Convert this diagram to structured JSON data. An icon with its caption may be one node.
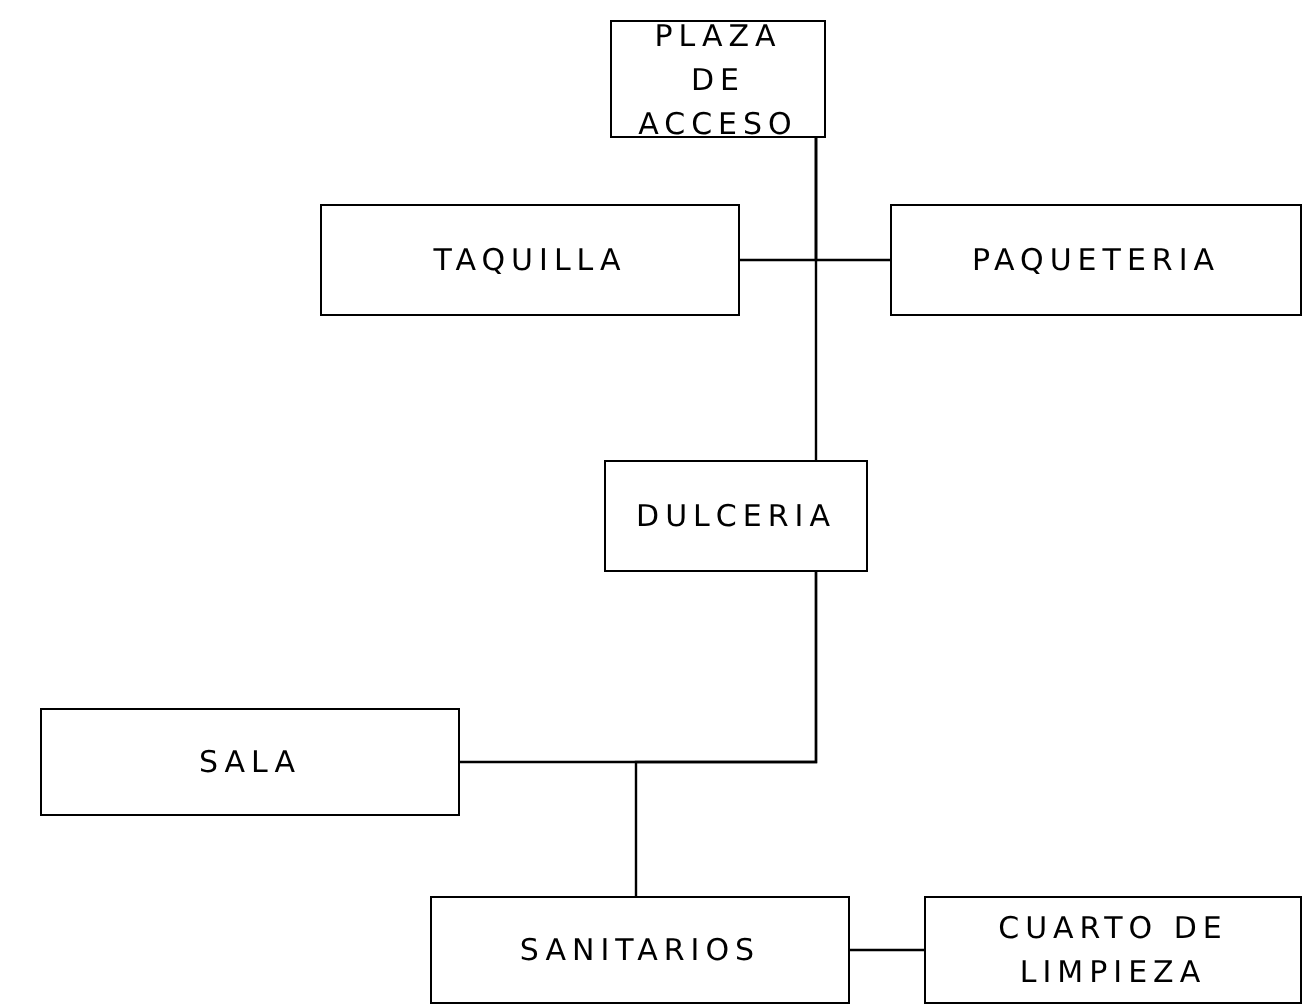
{
  "diagram": {
    "nodes": [
      {
        "text": [
          "PLAZA DE ACCESO"
        ]
      },
      {
        "text": [
          "TAQUILLA"
        ]
      },
      {
        "text": [
          "PAQUETERIA"
        ]
      },
      {
        "text": [
          "DULCERIA"
        ]
      },
      {
        "text": [
          "SALA"
        ]
      },
      {
        "text": [
          "SANITARIOS"
        ]
      },
      {
        "text": [
          "CUARTO DE LIMPIEZA"
        ]
      }
    ],
    "edges": [
      {
        "from": 0,
        "to": 1,
        "arrow": "none"
      },
      {
        "from": 0,
        "to": 2,
        "arrow": "none"
      },
      {
        "from": 0,
        "to": 3,
        "arrow": "none"
      },
      {
        "from": 3,
        "to": 4,
        "arrow": "none"
      },
      {
        "from": 3,
        "to": 5,
        "arrow": "none"
      },
      {
        "from": 5,
        "to": 6,
        "arrow": "none"
      }
    ]
  }
}
